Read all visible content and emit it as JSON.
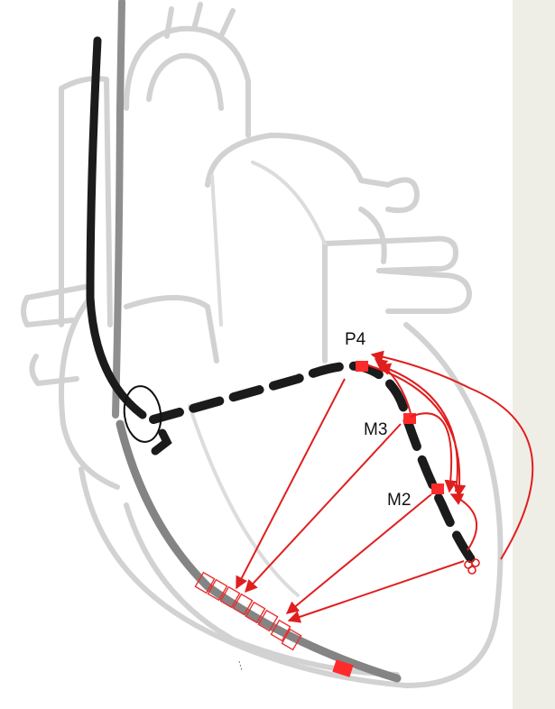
{
  "labels": {
    "p4": "P4",
    "m3": "M3",
    "m2": "M2"
  },
  "colors": {
    "background": "#efeee6",
    "panel": "#ffffff",
    "heart_outline": "#d2d2d2",
    "lead_black": "#1b1b1b",
    "lead_grey": "#848484",
    "arrow_red": "#e01e1e"
  }
}
